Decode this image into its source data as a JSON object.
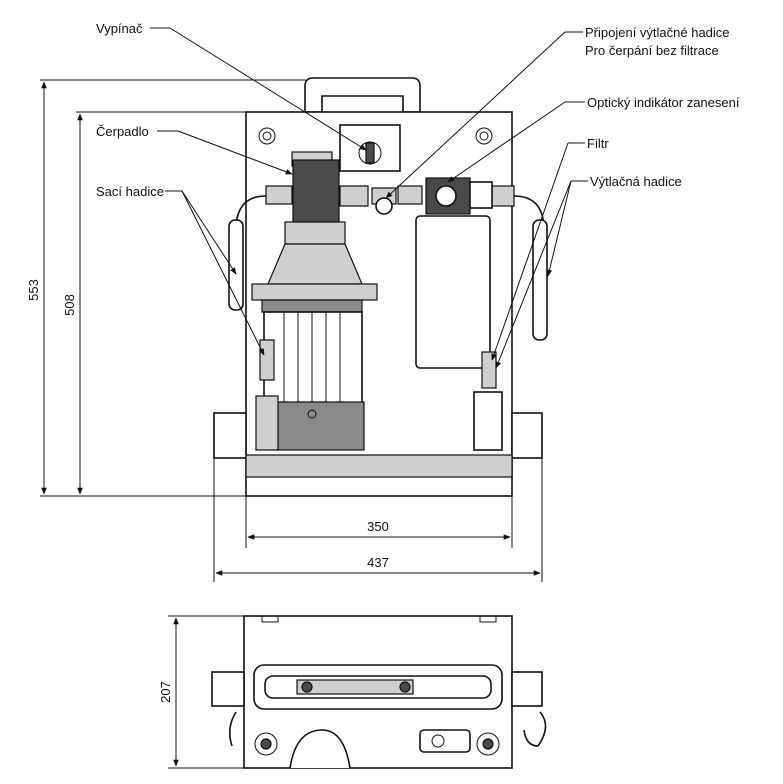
{
  "labels": {
    "switch": "Vypínač",
    "connection_line1": "Připojení výtlačné hadice",
    "connection_line2": "Pro čerpání bez filtrace",
    "indicator": "Optický indikátor zanesení",
    "pump": "Čerpadlo",
    "filter": "Filtr",
    "suction_hoses": "Sací hadice",
    "discharge_hose": "Výtlačná hadice"
  },
  "dimensions": {
    "total_height": "553",
    "frame_height": "508",
    "frame_width": "350",
    "total_width": "437",
    "depth": "207"
  }
}
